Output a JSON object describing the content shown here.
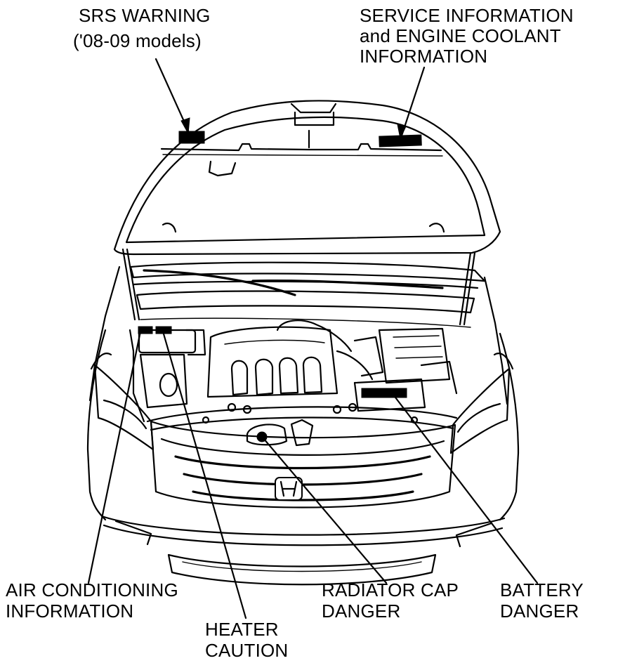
{
  "labels": {
    "srs_line1": "SRS WARNING",
    "srs_line2": "('08-09 models)",
    "service_line1": "SERVICE INFORMATION",
    "service_line2": "and ENGINE COOLANT",
    "service_line3": "INFORMATION",
    "air_line1": "AIR CONDITIONING",
    "air_line2": "INFORMATION",
    "heater_line1": "HEATER",
    "heater_line2": "CAUTION",
    "radiator_line1": "RADIATOR CAP",
    "radiator_line2": "DANGER",
    "battery_line1": "BATTERY",
    "battery_line2": "DANGER"
  }
}
